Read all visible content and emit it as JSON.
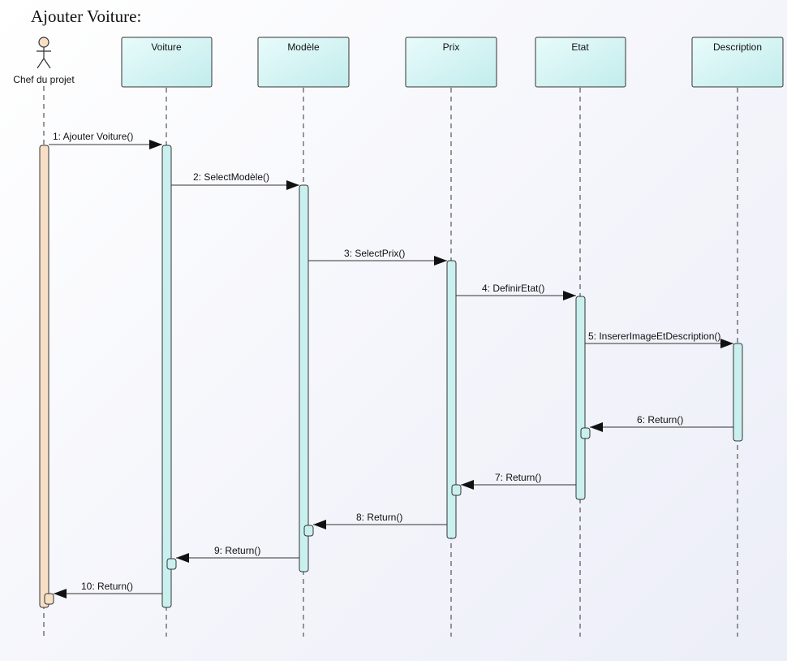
{
  "title": "Ajouter Voiture:",
  "colors": {
    "lifeline_box_fill_top": "#e9fbfb",
    "lifeline_box_fill_bottom": "#c2ecec",
    "activation_fill": "#c9f0ef",
    "actor_activation_fill": "#f7dfc6",
    "actor_fill": "#f7dfc6",
    "stroke": "#333333"
  },
  "actor": {
    "name": "Chef du projet"
  },
  "lifelines": [
    {
      "id": "voiture",
      "label": "Voiture"
    },
    {
      "id": "modele",
      "label": "Modèle"
    },
    {
      "id": "prix",
      "label": "Prix"
    },
    {
      "id": "etat",
      "label": "Etat"
    },
    {
      "id": "description",
      "label": "Description"
    }
  ],
  "messages": [
    {
      "label": "1: Ajouter Voiture()",
      "from": "actor",
      "to": "voiture",
      "kind": "call"
    },
    {
      "label": "2: SelectModèle()",
      "from": "voiture",
      "to": "modele",
      "kind": "call"
    },
    {
      "label": "3: SelectPrix()",
      "from": "modele",
      "to": "prix",
      "kind": "call"
    },
    {
      "label": "4: DefinirEtat()",
      "from": "prix",
      "to": "etat",
      "kind": "call"
    },
    {
      "label": "5: InsererImageEtDescription()",
      "from": "etat",
      "to": "description",
      "kind": "call"
    },
    {
      "label": "6: Return()",
      "from": "description",
      "to": "etat",
      "kind": "return"
    },
    {
      "label": "7: Return()",
      "from": "etat",
      "to": "prix",
      "kind": "return"
    },
    {
      "label": "8: Return()",
      "from": "prix",
      "to": "modele",
      "kind": "return"
    },
    {
      "label": "9: Return()",
      "from": "modele",
      "to": "voiture",
      "kind": "return"
    },
    {
      "label": "10: Return()",
      "from": "voiture",
      "to": "actor",
      "kind": "return"
    }
  ]
}
